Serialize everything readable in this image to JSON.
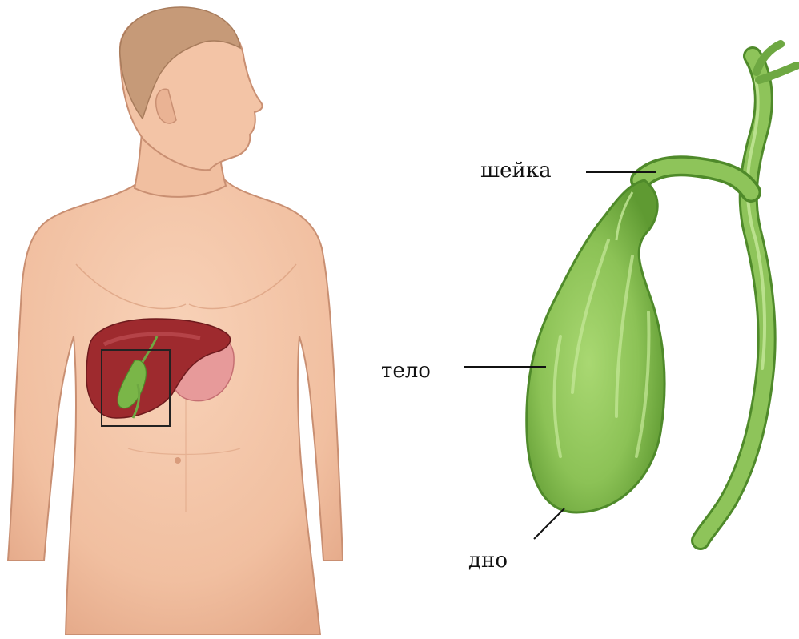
{
  "labels": {
    "neck": "шейка",
    "body": "тело",
    "fundus": "дно"
  },
  "colors": {
    "skin": "#f3c4a6",
    "skin_shadow": "#e2a886",
    "skin_outline": "#c98f72",
    "hair": "#c69a78",
    "liver": "#9e2a2e",
    "liver_light": "#c4555a",
    "stomach": "#e79a9a",
    "gallbladder": "#7ab648",
    "gallbladder_light": "#a8d46e",
    "gallbladder_dark": "#4f8a2a",
    "leader_line": "#111111"
  },
  "icons": {
    "figure": "human-torso-illustration",
    "organ": "gallbladder-illustration"
  }
}
